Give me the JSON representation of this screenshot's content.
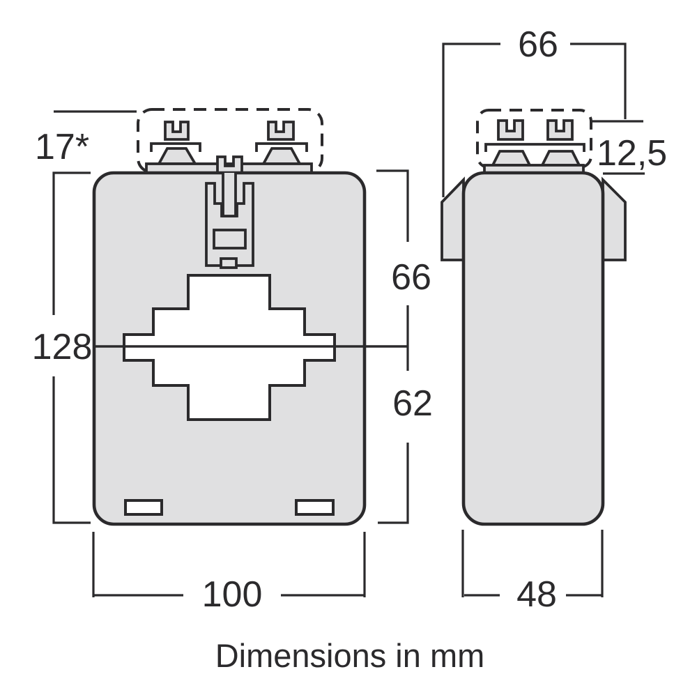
{
  "caption": "Dimensions in mm",
  "front_view": {
    "dim_terminal_height": "17*",
    "dim_overall_height": "128",
    "dim_top_to_center": "66",
    "dim_center_to_bottom": "62",
    "dim_width": "100"
  },
  "side_view": {
    "dim_overall_width": "66",
    "dim_terminal_height": "12,5",
    "dim_depth": "48"
  },
  "colors": {
    "background": "#ffffff",
    "part_fill": "#e0e0e1",
    "window_fill": "#ffffff",
    "line": "#2b2a2c"
  }
}
